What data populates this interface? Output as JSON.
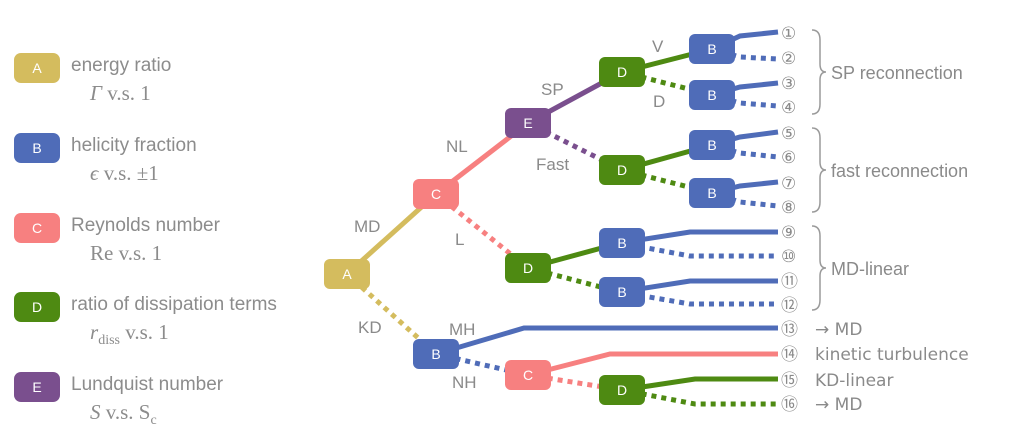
{
  "colors": {
    "A": "#d4bc5e",
    "B": "#4f6cb8",
    "C": "#f78080",
    "D": "#4e8a12",
    "E": "#7a4f8e",
    "text": "#8a8a8a"
  },
  "legend": [
    {
      "key": "A",
      "title": "energy ratio",
      "cond_lhs": "Γ",
      "cond_sub": "",
      "cond_rhs": " v.s. 1"
    },
    {
      "key": "B",
      "title": "helicity fraction",
      "cond_lhs": "ϵ",
      "cond_sub": "",
      "cond_rhs": " v.s. ±1"
    },
    {
      "key": "C",
      "title": "Reynolds number",
      "cond_lhs": "Re",
      "cond_sub": "",
      "cond_rhs": " v.s. 1"
    },
    {
      "key": "D",
      "title": "ratio of dissipation terms",
      "cond_lhs": "r",
      "cond_sub": "diss",
      "cond_rhs": " v.s. 1"
    },
    {
      "key": "E",
      "title": "Lundquist number",
      "cond_lhs": "S",
      "cond_sub": "",
      "cond_rhs": " v.s. S",
      "cond_rhs_sub": "c"
    }
  ],
  "edge_labels": {
    "MD": "MD",
    "KD": "KD",
    "NL": "NL",
    "L": "L",
    "SP": "SP",
    "Fast": "Fast",
    "V": "V",
    "D": "D",
    "MH": "MH",
    "NH": "NH"
  },
  "leaves": [
    {
      "marker": "①",
      "text": ""
    },
    {
      "marker": "②",
      "text": ""
    },
    {
      "marker": "③",
      "text": ""
    },
    {
      "marker": "④",
      "text": ""
    },
    {
      "marker": "⑤",
      "text": ""
    },
    {
      "marker": "⑥",
      "text": ""
    },
    {
      "marker": "⑦",
      "text": ""
    },
    {
      "marker": "⑧",
      "text": ""
    },
    {
      "marker": "⑨",
      "text": ""
    },
    {
      "marker": "⑩",
      "text": ""
    },
    {
      "marker": "⑪",
      "text": ""
    },
    {
      "marker": "⑫",
      "text": ""
    },
    {
      "marker": "⑬",
      "text": "→ MD"
    },
    {
      "marker": "⑭",
      "text": "kinetic turbulence"
    },
    {
      "marker": "⑮",
      "text": "KD-linear"
    },
    {
      "marker": "⑯",
      "text": "→ MD"
    }
  ],
  "groups": [
    {
      "label": "SP reconnection"
    },
    {
      "label": "fast reconnection"
    },
    {
      "label": "MD-linear"
    }
  ]
}
